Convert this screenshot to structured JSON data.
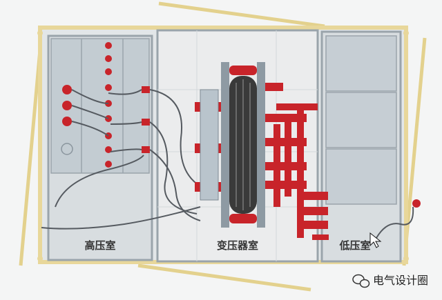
{
  "rooms": {
    "high_voltage": "高压室",
    "transformer": "变压器室",
    "low_voltage": "低压室"
  },
  "watermark": {
    "text": "电气设计圈",
    "icon": "wechat-icon"
  },
  "colors": {
    "frame": "#e8d79a",
    "wall": "#9aa4ab",
    "room_fill": "#dfe3e6",
    "cabinet": "#b9c4cc",
    "busbar": "#c8242a",
    "cable": "#555a60",
    "core": "#3a3a3a"
  }
}
